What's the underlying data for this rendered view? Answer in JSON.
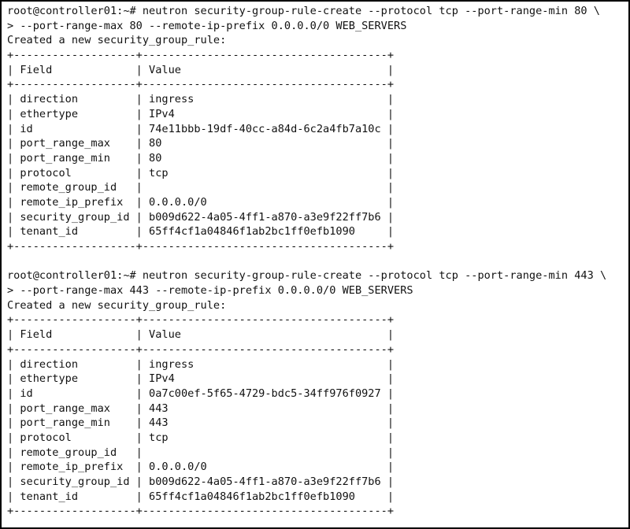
{
  "colors": {
    "background": "#ffffff",
    "text": "#111111",
    "frame": "#000000"
  },
  "terminal": {
    "lines": [
      "root@controller01:~# neutron security-group-rule-create --protocol tcp --port-range-min 80 \\",
      "> --port-range-max 80 --remote-ip-prefix 0.0.0.0/0 WEB_SERVERS",
      "Created a new security_group_rule:",
      "+-------------------+--------------------------------------+",
      "| Field             | Value                                |",
      "+-------------------+--------------------------------------+",
      "| direction         | ingress                              |",
      "| ethertype         | IPv4                                 |",
      "| id                | 74e11bbb-19df-40cc-a84d-6c2a4fb7a10c |",
      "| port_range_max    | 80                                   |",
      "| port_range_min    | 80                                   |",
      "| protocol          | tcp                                  |",
      "| remote_group_id   |                                      |",
      "| remote_ip_prefix  | 0.0.0.0/0                            |",
      "| security_group_id | b009d622-4a05-4ff1-a870-a3e9f22ff7b6 |",
      "| tenant_id         | 65ff4cf1a04846f1ab2bc1ff0efb1090     |",
      "+-------------------+--------------------------------------+",
      "",
      "root@controller01:~# neutron security-group-rule-create --protocol tcp --port-range-min 443 \\",
      "> --port-range-max 443 --remote-ip-prefix 0.0.0.0/0 WEB_SERVERS",
      "Created a new security_group_rule:",
      "+-------------------+--------------------------------------+",
      "| Field             | Value                                |",
      "+-------------------+--------------------------------------+",
      "| direction         | ingress                              |",
      "| ethertype         | IPv4                                 |",
      "| id                | 0a7c00ef-5f65-4729-bdc5-34ff976f0927 |",
      "| port_range_max    | 443                                  |",
      "| port_range_min    | 443                                  |",
      "| protocol          | tcp                                  |",
      "| remote_group_id   |                                      |",
      "| remote_ip_prefix  | 0.0.0.0/0                            |",
      "| security_group_id | b009d622-4a05-4ff1-a870-a3e9f22ff7b6 |",
      "| tenant_id         | 65ff4cf1a04846f1ab2bc1ff0efb1090     |",
      "+-------------------+--------------------------------------+"
    ]
  }
}
